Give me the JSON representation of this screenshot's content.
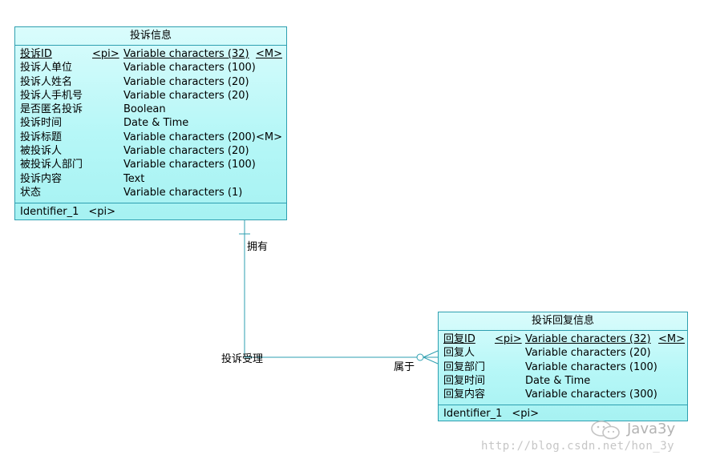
{
  "entities": [
    {
      "title": "投诉信息",
      "attributes": [
        {
          "name": "投诉ID",
          "key": "<pi>",
          "type": "Variable characters (32)",
          "mand": "<M>",
          "primary": true
        },
        {
          "name": "投诉人单位",
          "key": "",
          "type": "Variable characters (100)",
          "mand": "",
          "primary": false
        },
        {
          "name": "投诉人姓名",
          "key": "",
          "type": "Variable characters (20)",
          "mand": "",
          "primary": false
        },
        {
          "name": "投诉人手机号",
          "key": "",
          "type": "Variable characters (20)",
          "mand": "",
          "primary": false
        },
        {
          "name": "是否匿名投诉",
          "key": "",
          "type": "Boolean",
          "mand": "",
          "primary": false
        },
        {
          "name": "投诉时间",
          "key": "",
          "type": "Date & Time",
          "mand": "",
          "primary": false
        },
        {
          "name": "投诉标题",
          "key": "",
          "type": "Variable characters (200)",
          "mand": "<M>",
          "primary": false
        },
        {
          "name": "被投诉人",
          "key": "",
          "type": "Variable characters (20)",
          "mand": "",
          "primary": false
        },
        {
          "name": "被投诉人部门",
          "key": "",
          "type": "Variable characters (100)",
          "mand": "",
          "primary": false
        },
        {
          "name": "投诉内容",
          "key": "",
          "type": "Text",
          "mand": "",
          "primary": false
        },
        {
          "name": "状态",
          "key": "",
          "type": "Variable characters (1)",
          "mand": "",
          "primary": false
        }
      ],
      "identifier": {
        "name": "Identifier_1",
        "tag": "<pi>"
      }
    },
    {
      "title": "投诉回复信息",
      "attributes": [
        {
          "name": "回复ID",
          "key": "<pi>",
          "type": "Variable characters (32)",
          "mand": "<M>",
          "primary": true
        },
        {
          "name": "回复人",
          "key": "",
          "type": "Variable characters (20)",
          "mand": "",
          "primary": false
        },
        {
          "name": "回复部门",
          "key": "",
          "type": "Variable characters (100)",
          "mand": "",
          "primary": false
        },
        {
          "name": "回复时间",
          "key": "",
          "type": "Date & Time",
          "mand": "",
          "primary": false
        },
        {
          "name": "回复内容",
          "key": "",
          "type": "Variable characters (300)",
          "mand": "",
          "primary": false
        }
      ],
      "identifier": {
        "name": "Identifier_1",
        "tag": "<pi>"
      }
    }
  ],
  "relationship": {
    "name": "投诉受理",
    "role_source": "拥有",
    "role_target": "属于"
  },
  "watermark": {
    "brand": "Java3y",
    "url": "http://blog.csdn.net/hon_3y"
  },
  "colors": {
    "border": "#2e9fb0",
    "entity_fill": "#b6f7f7",
    "line": "#2e9fb0"
  }
}
